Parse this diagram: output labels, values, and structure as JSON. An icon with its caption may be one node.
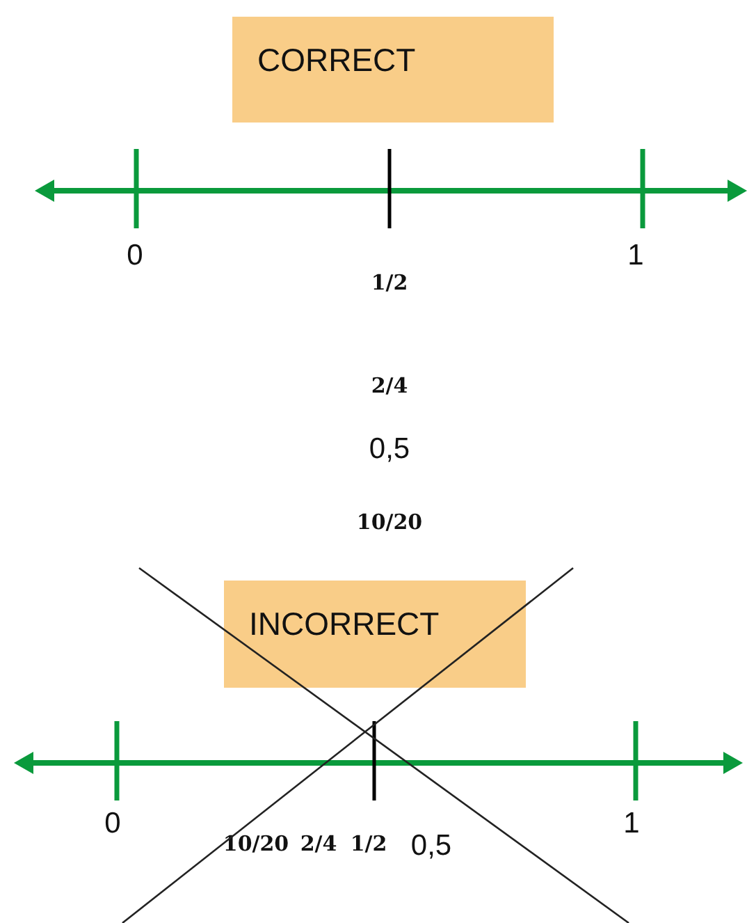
{
  "diagram": {
    "nodes": [
      {
        "text": [
          "CORRECT"
        ]
      },
      {
        "text": [
          "INCORRECT"
        ]
      }
    ],
    "labels": [
      "0",
      "1",
      "1/2",
      "2/4",
      "0,5",
      "10/20",
      "0",
      "1",
      "10/20",
      "2/4",
      "1/2",
      "0,5"
    ]
  }
}
